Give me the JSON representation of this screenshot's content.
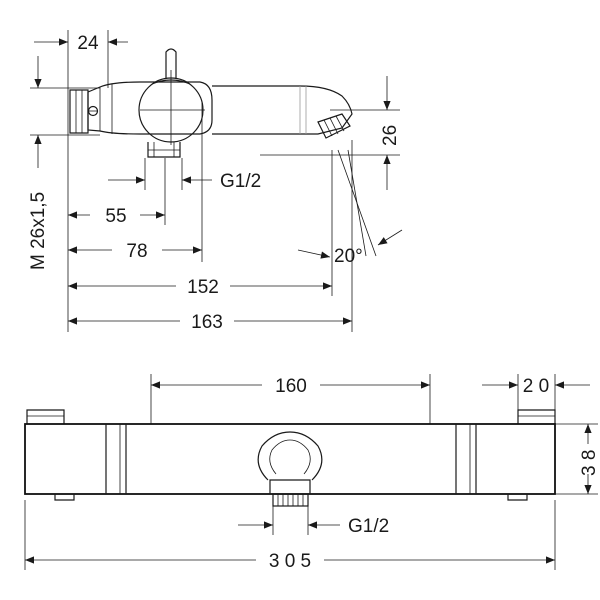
{
  "colors": {
    "line": "#1a1a1a",
    "background": "#ffffff"
  },
  "side_view": {
    "dims": {
      "width_top": "24",
      "thread": "M 26x1,5",
      "connection": "G1/2",
      "dist_55": "55",
      "dist_78": "78",
      "dist_152": "152",
      "dist_163": "163",
      "height_26": "26",
      "angle": "20°"
    }
  },
  "front_view": {
    "dims": {
      "centers": "160",
      "end_width": "2 0",
      "height": "3 8",
      "connection": "G1/2",
      "overall": "3 0 5"
    }
  }
}
